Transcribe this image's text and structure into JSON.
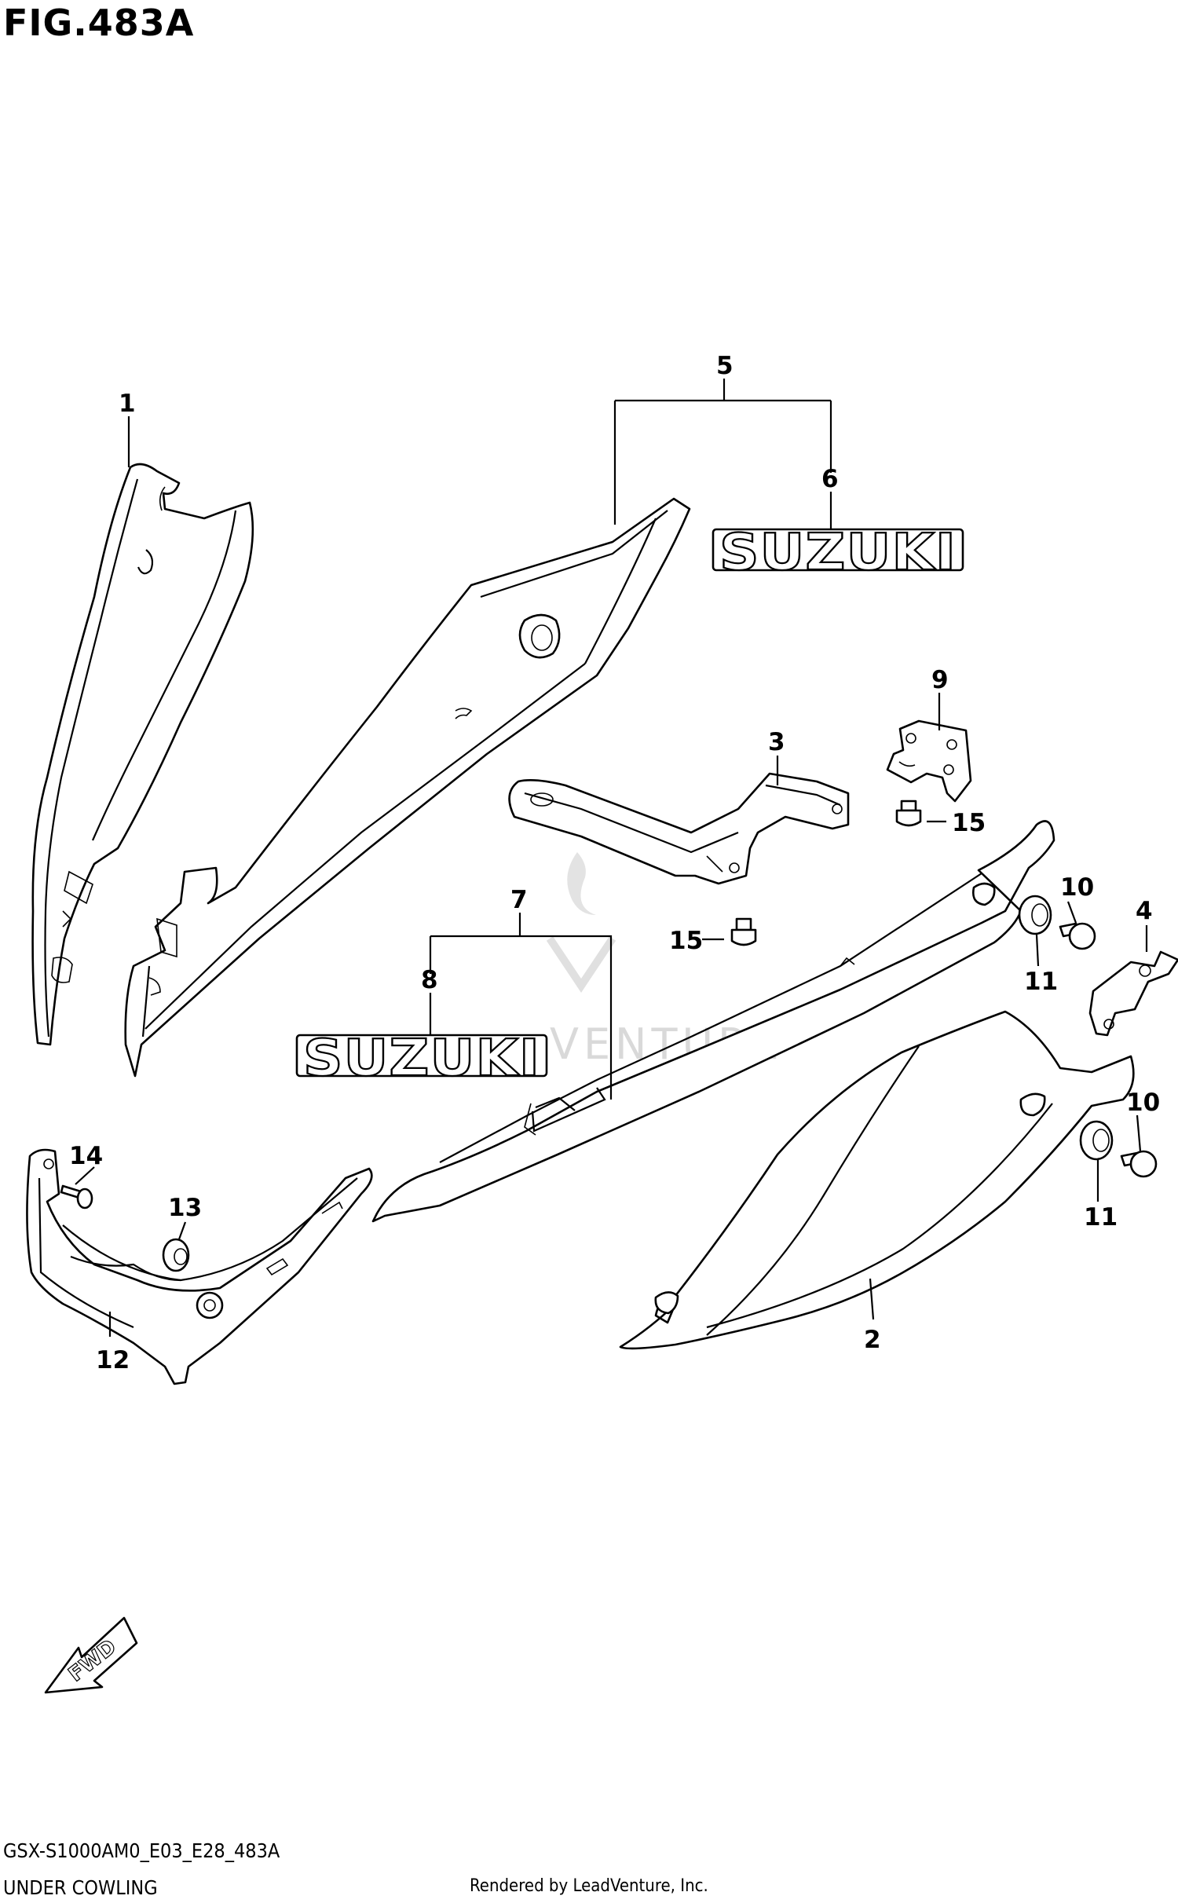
{
  "figure": {
    "title": "FIG.483A",
    "model_code": "GSX-S1000AM0_E03_E28_483A",
    "section_name": "UNDER COWLING",
    "rendered_by": "Rendered by LeadVenture, Inc."
  },
  "callouts": {
    "p1": "1",
    "p2": "2",
    "p3": "3",
    "p4": "4",
    "p5": "5",
    "p6": "6",
    "p7": "7",
    "p8": "8",
    "p9": "9",
    "p10a": "10",
    "p10b": "10",
    "p11a": "11",
    "p11b": "11",
    "p12": "12",
    "p13": "13",
    "p14": "14",
    "p15a": "15",
    "p15b": "15"
  },
  "emblems": {
    "upper": "SUZUKI",
    "lower": "SUZUKI"
  },
  "direction_arrow": "FWD",
  "watermark": "VENTURE"
}
